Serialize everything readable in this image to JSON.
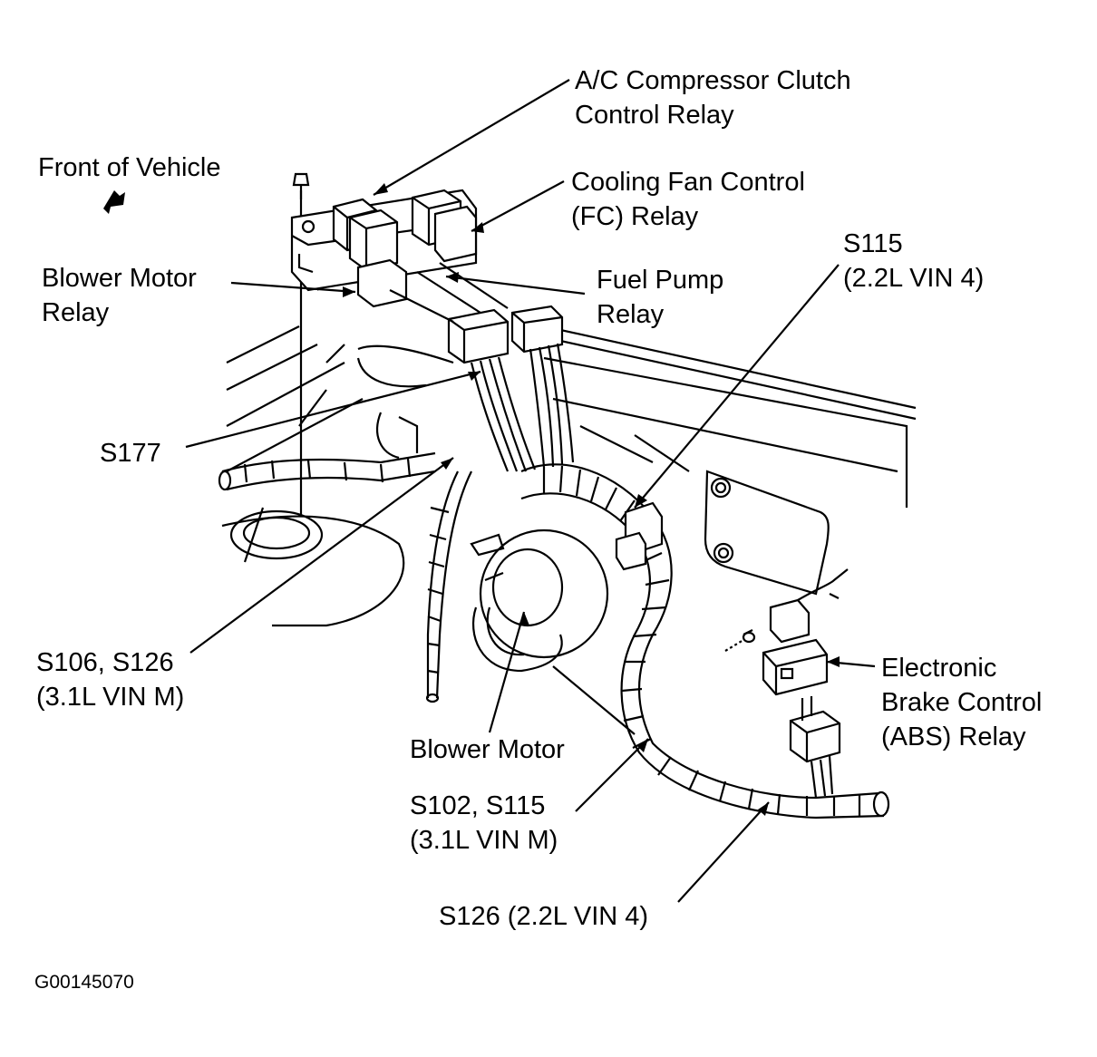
{
  "labels": {
    "ac_relay_l1": "A/C Compressor Clutch",
    "ac_relay_l2": "Control Relay",
    "front_vehicle": "Front of Vehicle",
    "cooling_fan_l1": "Cooling Fan Control",
    "cooling_fan_l2": "(FC) Relay",
    "s115_l1": "S115",
    "s115_l2": "(2.2L VIN 4)",
    "blower_relay_l1": "Blower Motor",
    "blower_relay_l2": "Relay",
    "fuel_pump_l1": "Fuel Pump",
    "fuel_pump_l2": "Relay",
    "s177": "S177",
    "s106_l1": "S106, S126",
    "s106_l2": "(3.1L VIN M)",
    "ebc_l1": "Electronic",
    "ebc_l2": "Brake Control",
    "ebc_l3": "(ABS) Relay",
    "blower_motor": "Blower Motor",
    "s102_l1": "S102, S115",
    "s102_l2": "(3.1L VIN M)",
    "s126": "S126 (2.2L VIN 4)"
  },
  "figure_code": "G00145070"
}
